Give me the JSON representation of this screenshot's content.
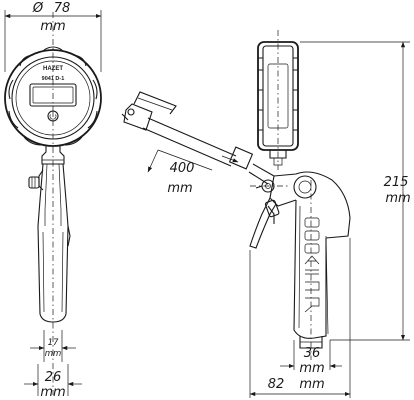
{
  "dimensions": {
    "gauge_diameter": {
      "symbol": "Ø",
      "value": "78",
      "unit": "mm"
    },
    "hose_length": {
      "value": "400",
      "unit": "mm"
    },
    "height": {
      "value": "215",
      "unit": "mm"
    },
    "handle_width": {
      "value": "26",
      "unit": "mm"
    },
    "handle_thickness": {
      "value": "17",
      "unit": "mm"
    },
    "grip_width": {
      "value": "36",
      "unit": "mm"
    },
    "depth": {
      "value": "82",
      "unit": "mm"
    }
  },
  "gauge": {
    "brand": "HAZET",
    "model": "9041 D-1",
    "button_icon": "power-button-icon"
  },
  "grip_lettering_icon": "grip-lettering-icon"
}
